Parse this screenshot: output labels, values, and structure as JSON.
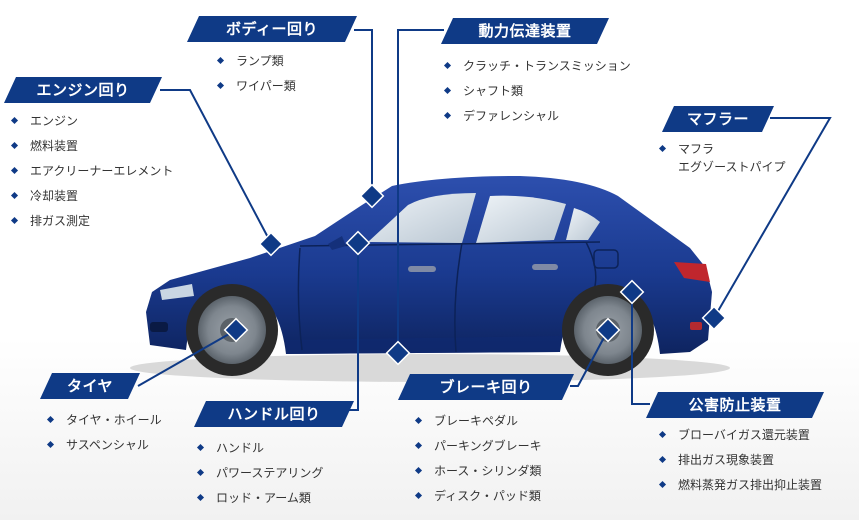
{
  "groups": [
    {
      "key": "engine",
      "label": "エンジン回り",
      "items": [
        "エンジン",
        "燃料装置",
        "エアクリーナーエレメント",
        "冷却装置",
        "排ガス測定"
      ]
    },
    {
      "key": "body",
      "label": "ボディー回り",
      "items": [
        "ランプ類",
        "ワイパー類"
      ]
    },
    {
      "key": "drivetrain",
      "label": "動力伝達装置",
      "items": [
        "クラッチ・トランスミッション",
        "シャフト類",
        "デファレンシャル"
      ]
    },
    {
      "key": "muffler",
      "label": "マフラー",
      "items": [
        "マフラ",
        "エグゾーストパイプ"
      ]
    },
    {
      "key": "tire",
      "label": "タイヤ",
      "items": [
        "タイヤ・ホイール",
        "サスペンシャル"
      ]
    },
    {
      "key": "steering",
      "label": "ハンドル回り",
      "items": [
        "ハンドル",
        "パワーステアリング",
        "ロッド・アーム類"
      ]
    },
    {
      "key": "brake",
      "label": "ブレーキ回り",
      "items": [
        "ブレーキペダル",
        "パーキングブレーキ",
        "ホース・シリンダ類",
        "ディスク・パッド類"
      ]
    },
    {
      "key": "emission",
      "label": "公害防止装置",
      "items": [
        "ブローバイガス還元装置",
        "排出ガス現象装置",
        "燃料蒸発ガス排出抑止装置"
      ]
    }
  ],
  "colors": {
    "accent": "#0f3a86",
    "car_body": "#1a3a8f",
    "text": "#333333"
  }
}
